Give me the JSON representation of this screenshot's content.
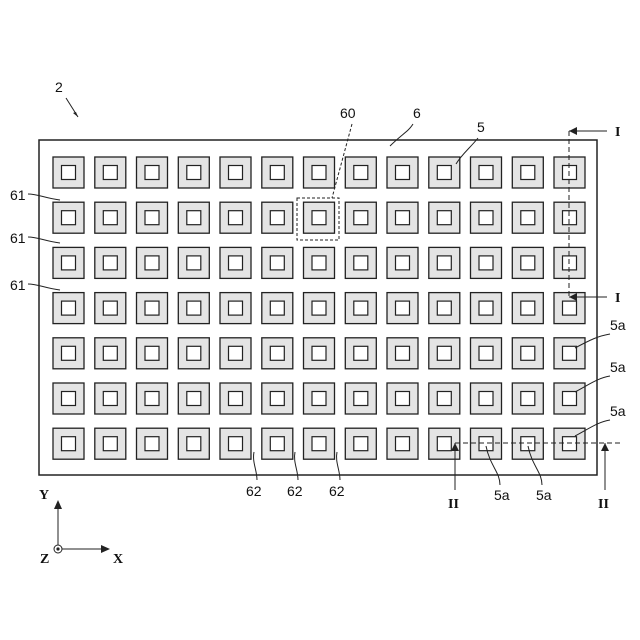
{
  "figure": {
    "device_label": "2",
    "panel_label": "6",
    "element_label": "5",
    "pixel_group_label": "60",
    "row_gap_labels": [
      "61",
      "61",
      "61"
    ],
    "col_gap_labels": [
      "62",
      "62",
      "62"
    ],
    "sub_element_labels": [
      "5a",
      "5a",
      "5a",
      "5a",
      "5a"
    ],
    "section_I": "I",
    "section_II": "II"
  },
  "grid": {
    "rows": 7,
    "cols": 13
  },
  "axes": {
    "x": "X",
    "y": "Y",
    "z": "Z"
  },
  "colors": {
    "element_fill": "#e4e4e4",
    "line": "#222222",
    "background": "#ffffff"
  }
}
